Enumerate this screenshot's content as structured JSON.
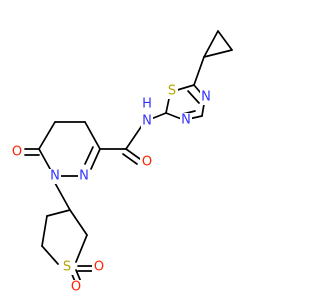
{
  "molecule": {
    "atom_labels": {
      "nh_n": "N",
      "nh_h": "H",
      "tdz_s": "S",
      "tdz_n1": "N",
      "tdz_n2": "N",
      "amide_o": "O",
      "pyr_n1": "N",
      "pyr_n2": "N",
      "ketone_o": "O",
      "sulfolane_s": "S",
      "sulfone_o1": "O",
      "sulfone_o2": "O"
    },
    "colors": {
      "bond": "#000000",
      "nitrogen": "#3333ff",
      "oxygen": "#ff2200",
      "sulfur": "#b8a200",
      "hydrogen": "#3333ff",
      "background": "#ffffff"
    }
  }
}
